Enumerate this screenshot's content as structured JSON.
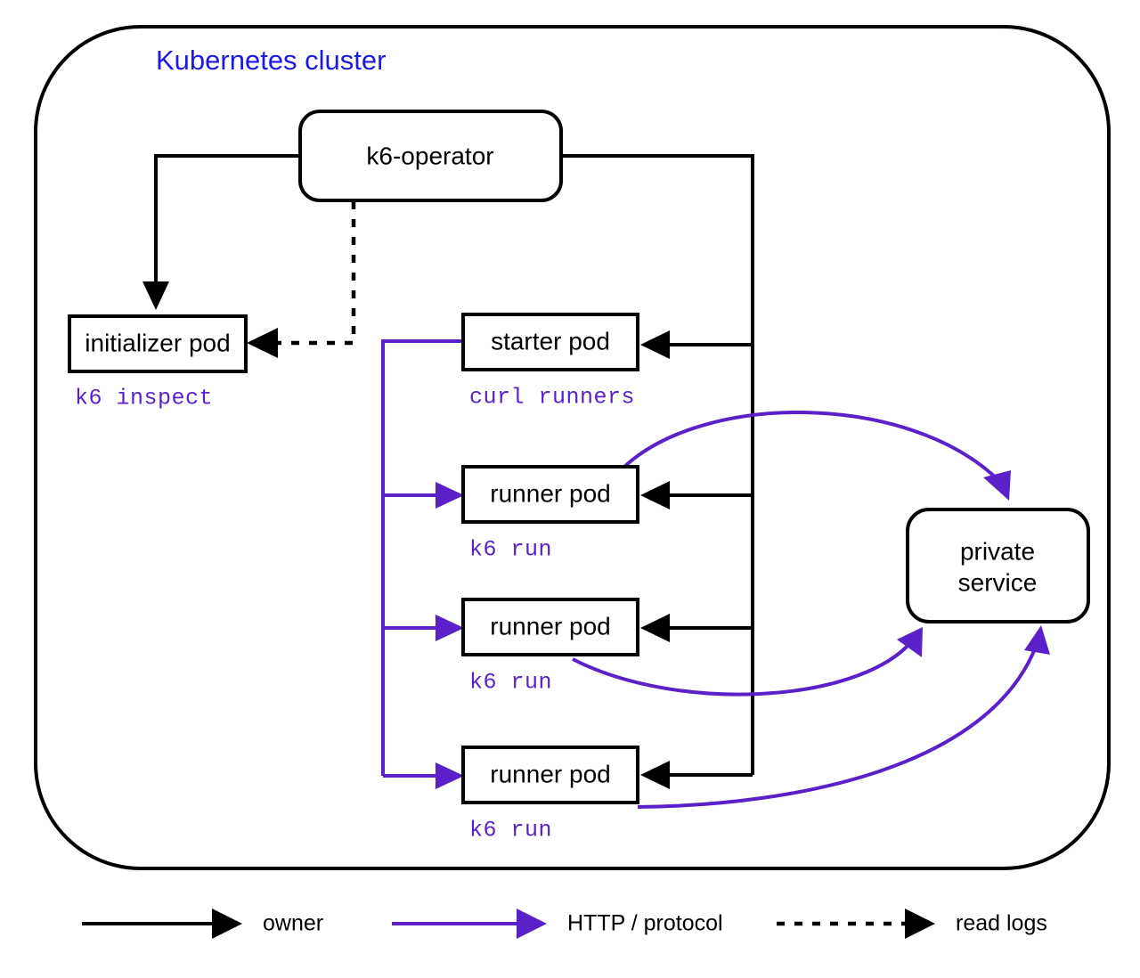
{
  "diagram": {
    "title": "Kubernetes cluster",
    "title_color": "#1a1ae0",
    "nodes": {
      "operator": {
        "label": "k6-operator"
      },
      "initializer": {
        "label": "initializer pod",
        "command": "k6 inspect"
      },
      "starter": {
        "label": "starter pod",
        "command": "curl runners"
      },
      "runner1": {
        "label": "runner pod",
        "command": "k6 run"
      },
      "runner2": {
        "label": "runner pod",
        "command": "k6 run"
      },
      "runner3": {
        "label": "runner pod",
        "command": "k6 run"
      },
      "service": {
        "label_line1": "private",
        "label_line2": "service"
      }
    },
    "legend": {
      "items": [
        {
          "label": "owner",
          "style": "solid",
          "color": "#000000"
        },
        {
          "label": "HTTP / protocol",
          "style": "solid",
          "color": "#5b21c9"
        },
        {
          "label": "read logs",
          "style": "dashed",
          "color": "#000000"
        }
      ]
    },
    "colors": {
      "black": "#000000",
      "purple": "#5b21c9",
      "blue": "#1a1ae0",
      "background": "#ffffff"
    }
  }
}
